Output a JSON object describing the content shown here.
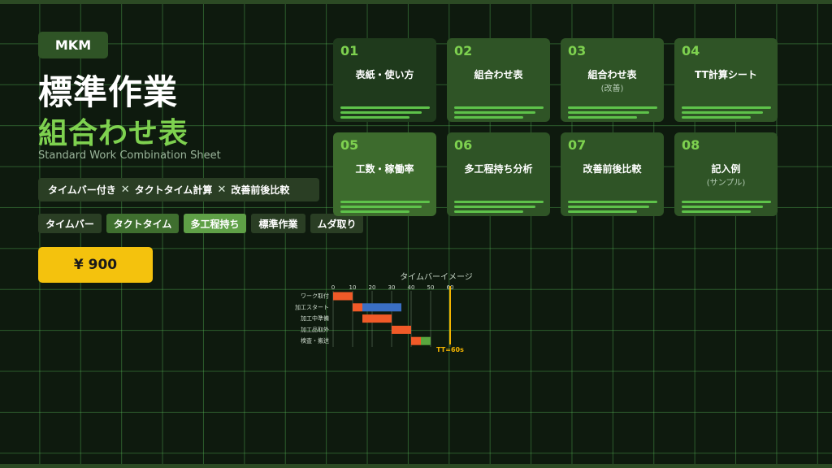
{
  "brand": "MKM",
  "title": "標準作業",
  "title_accent": "組合わせ表",
  "subtitle": "Standard Work Combination Sheet",
  "features": [
    "タイムバー付き",
    "タクトタイム計算",
    "改善前後比較"
  ],
  "feature_separator": "✕",
  "tags": [
    "タイムバー",
    "タクトタイム",
    "多工程持ち",
    "標準作業",
    "ムダ取り"
  ],
  "price": "¥ 900",
  "cards": [
    {
      "num": "01",
      "label": "表紙・使い方",
      "sub": ""
    },
    {
      "num": "02",
      "label": "組合わせ表",
      "sub": ""
    },
    {
      "num": "03",
      "label": "組合わせ表",
      "sub": "(改善)"
    },
    {
      "num": "04",
      "label": "TT計算シート",
      "sub": ""
    },
    {
      "num": "05",
      "label": "工数・稼働率",
      "sub": ""
    },
    {
      "num": "06",
      "label": "多工程持ち分析",
      "sub": ""
    },
    {
      "num": "07",
      "label": "改善前後比較",
      "sub": ""
    },
    {
      "num": "08",
      "label": "記入例",
      "sub": "(サンプル)"
    }
  ],
  "colors": {
    "accent_green": "#7ed14f",
    "price_yellow": "#f4c20d",
    "manual_work": "#f05a28",
    "auto_work": "#3a6fc4",
    "walk": "#5aa63e",
    "takt_line": "#f4b400"
  },
  "chart_data": {
    "type": "gantt",
    "title": "タイムバーイメージ",
    "xticks": [
      0,
      10,
      20,
      30,
      40,
      50,
      60
    ],
    "xlim": [
      0,
      60
    ],
    "rows": [
      {
        "label": "ワーク取付",
        "segments": [
          {
            "start": 0,
            "end": 10,
            "kind": "manual"
          }
        ]
      },
      {
        "label": "加工スタート",
        "segments": [
          {
            "start": 10,
            "end": 15,
            "kind": "manual"
          },
          {
            "start": 15,
            "end": 35,
            "kind": "auto"
          }
        ]
      },
      {
        "label": "加工中準備",
        "segments": [
          {
            "start": 15,
            "end": 30,
            "kind": "manual"
          }
        ]
      },
      {
        "label": "加工品取外",
        "segments": [
          {
            "start": 30,
            "end": 40,
            "kind": "manual"
          }
        ]
      },
      {
        "label": "検査・搬送",
        "segments": [
          {
            "start": 40,
            "end": 45,
            "kind": "manual"
          },
          {
            "start": 45,
            "end": 50,
            "kind": "walk"
          }
        ]
      }
    ],
    "takt_time": 60,
    "takt_label": "TT=60s"
  }
}
